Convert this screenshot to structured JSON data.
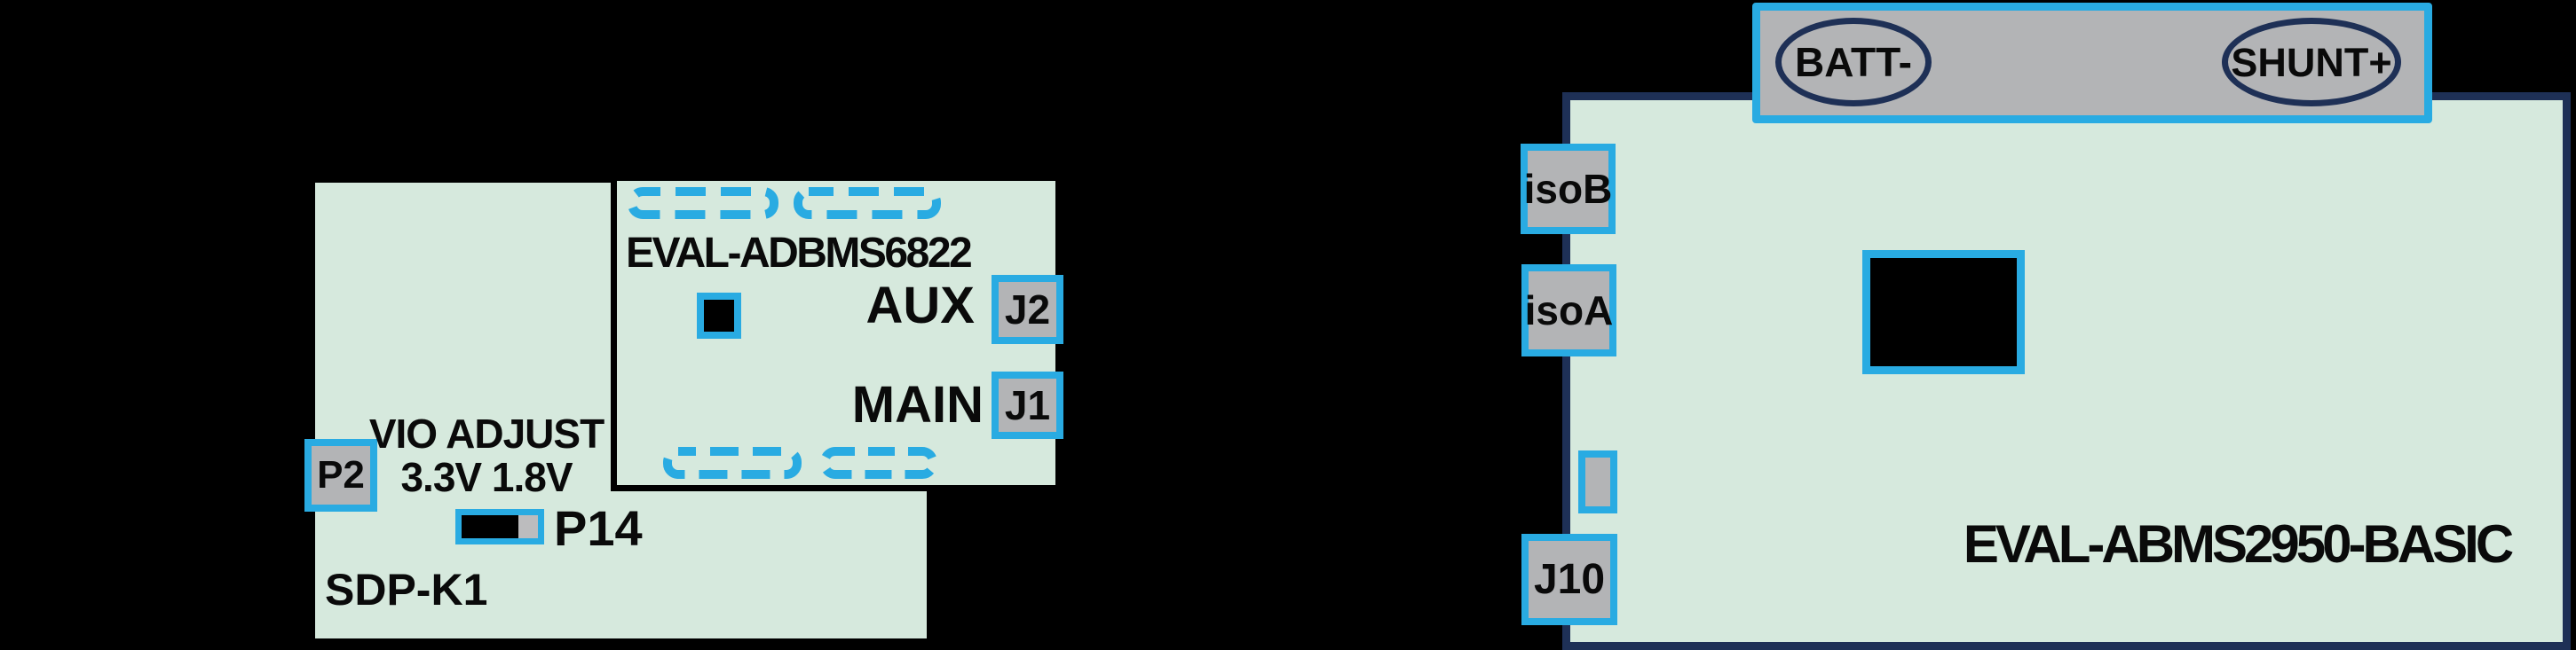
{
  "colors": {
    "bg": "#000000",
    "board-green": "#d6e9dd",
    "accent-blue": "#29abe2",
    "navy": "#1e3056",
    "connector-gray": "#b3b4b6",
    "jumper-gray": "#bcbcbe",
    "text-black": "#0a0a0a"
  },
  "sdp_k1": {
    "name": "SDP-K1",
    "p2": "P2",
    "vio_adjust": "VIO ADJUST",
    "vio_voltages": "3.3V 1.8V",
    "p14": "P14"
  },
  "adbms6822": {
    "name": "EVAL-ADBMS6822",
    "aux": "AUX",
    "j2": "J2",
    "main": "MAIN",
    "j1": "J1"
  },
  "abms2950": {
    "name": "EVAL-ABMS2950-BASIC",
    "batt_terminal": "BATT-",
    "shunt_terminal": "SHUNT+",
    "iso_b": "isoB",
    "iso_a": "isoA",
    "j10": "J10"
  }
}
